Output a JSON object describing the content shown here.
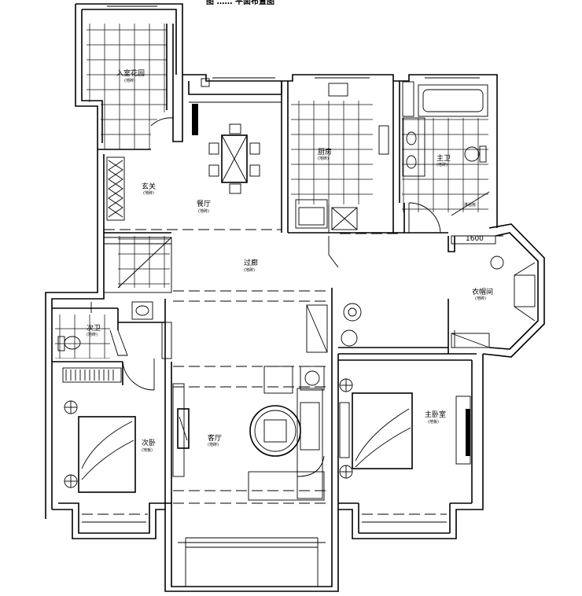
{
  "title": "图 …… 平面布置图",
  "rooms": {
    "garden": {
      "name": "入室花园",
      "note": "(地砖)"
    },
    "foyer": {
      "name": "玄关",
      "note": "(地砖)"
    },
    "dining": {
      "name": "餐厅",
      "note": "(地砖)"
    },
    "kitchen": {
      "name": "厨房",
      "note": "(地砖)"
    },
    "mainbath": {
      "name": "主卫",
      "note": "(地砖)"
    },
    "corridor": {
      "name": "过廊",
      "note": "(地砖)"
    },
    "closet": {
      "name": "衣帽间",
      "note": "(地砖)"
    },
    "bath2": {
      "name": "次卫",
      "note": "(地砖)"
    },
    "bed2": {
      "name": "次卧",
      "note": "(地板)"
    },
    "living": {
      "name": "客厅",
      "note": "(地砖)"
    },
    "master": {
      "name": "主卧室",
      "note": "(地板)"
    }
  },
  "annotations": {
    "dim": "1600",
    "shower": "淋浴房"
  }
}
